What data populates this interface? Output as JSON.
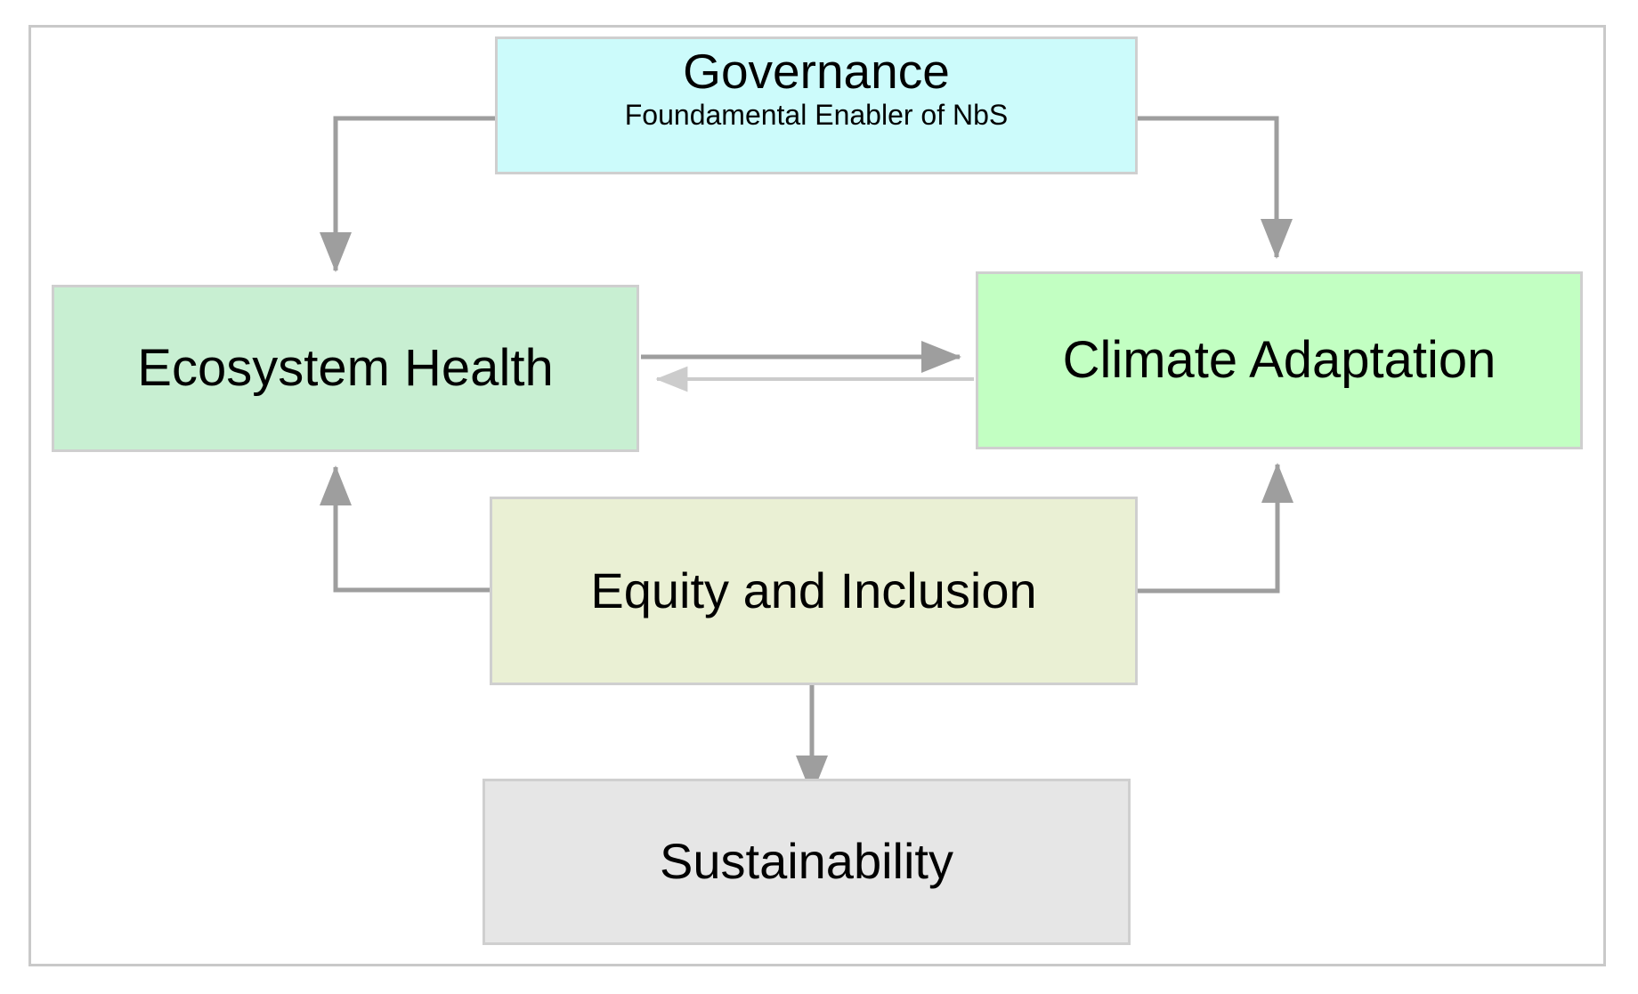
{
  "diagram": {
    "title_semantic": "nature-based-solutions-framework",
    "frame": {
      "border_color": "#c9c9c9"
    },
    "nodes": {
      "governance": {
        "title": "Governance",
        "subtitle": "Foundamental Enabler of NbS",
        "fill": "#ccfbfb",
        "border": "#cfcfcf"
      },
      "ecosystem": {
        "title": "Ecosystem Health",
        "fill": "#c8efd2",
        "border": "#cfcfcf"
      },
      "climate": {
        "title": "Climate Adaptation",
        "fill": "#c2ffc2",
        "border": "#cfcfcf"
      },
      "equity": {
        "title": "Equity and Inclusion",
        "fill": "#eaf0d4",
        "border": "#cfcfcf"
      },
      "sustainability": {
        "title": "Sustainability",
        "fill": "#e6e6e6",
        "border": "#cfcfcf"
      }
    },
    "edges": [
      {
        "id": "governance-to-ecosystem",
        "from": "Governance",
        "to": "Ecosystem Health",
        "style": "elbow",
        "color": "#9e9e9e",
        "arrow": "end"
      },
      {
        "id": "governance-to-climate",
        "from": "Governance",
        "to": "Climate Adaptation",
        "style": "elbow",
        "color": "#9e9e9e",
        "arrow": "end"
      },
      {
        "id": "ecosystem-to-climate",
        "from": "Ecosystem Health",
        "to": "Climate Adaptation",
        "style": "straight",
        "color": "#9e9e9e",
        "arrow": "end"
      },
      {
        "id": "climate-to-ecosystem",
        "from": "Climate Adaptation",
        "to": "Ecosystem Health",
        "style": "straight",
        "color": "#cccccc",
        "arrow": "end"
      },
      {
        "id": "equity-to-ecosystem",
        "from": "Equity and Inclusion",
        "to": "Ecosystem Health",
        "style": "elbow",
        "color": "#9e9e9e",
        "arrow": "end"
      },
      {
        "id": "equity-to-climate",
        "from": "Equity and Inclusion",
        "to": "Climate Adaptation",
        "style": "elbow",
        "color": "#9e9e9e",
        "arrow": "end"
      },
      {
        "id": "equity-to-sustainability",
        "from": "Equity and Inclusion",
        "to": "Sustainability",
        "style": "straight",
        "color": "#9e9e9e",
        "arrow": "end"
      }
    ]
  }
}
